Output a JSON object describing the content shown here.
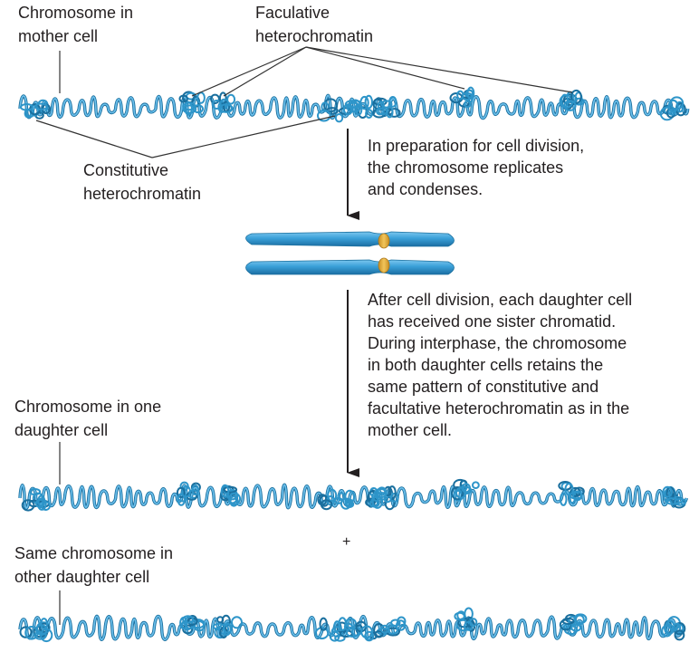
{
  "labels": {
    "mother_line1": "Chromosome in",
    "mother_line2": "mother cell",
    "facultative_line1": "Faculative",
    "facultative_line2": "heterochromatin",
    "constitutive_line1": "Constitutive",
    "constitutive_line2": "heterochromatin",
    "daughter1_line1": "Chromosome in one",
    "daughter1_line2": "daughter cell",
    "daughter2_line1": "Same chromosome in",
    "daughter2_line2": "other daughter cell",
    "plus": "+"
  },
  "captions": {
    "step1": [
      "In preparation for cell division,",
      "the chromosome replicates",
      "and condenses."
    ],
    "step2": [
      "After cell division, each daughter cell",
      "has received one sister chromatid.",
      "During interphase, the chromosome",
      "in both daughter cells retains the",
      "same pattern of constitutive and",
      "facultative heterochromatin as in the",
      "mother cell."
    ]
  },
  "colors": {
    "fiber": "#2e95c9",
    "fiber_dark": "#1a6f9e",
    "chromatid": "#3aa0d8",
    "centromere": "#d9a437",
    "text": "#231f20",
    "line": "#333333"
  }
}
